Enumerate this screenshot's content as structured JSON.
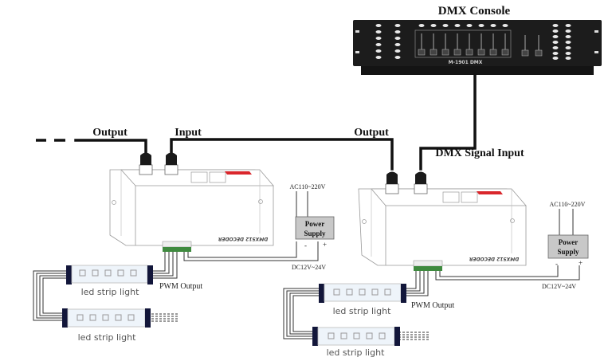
{
  "diagram": {
    "title_console": "DMX Console",
    "console_model_text": "M-1901   DMX",
    "labels": {
      "output_left": "Output",
      "input_left": "Input",
      "output_right": "Output",
      "dmx_signal_input": "DMX Signal Input"
    },
    "decoders": [
      {
        "label": "DMX512 DECODER",
        "pwm_label": "PWM Output"
      },
      {
        "label": "DMX512 DECODER",
        "pwm_label": "PWM Output"
      }
    ],
    "power_supplies": [
      {
        "line1": "Power",
        "line2": "Supply",
        "ac_label": "AC110~220V",
        "dc_label": "DC12V~24V",
        "minus": "-",
        "plus": "+"
      },
      {
        "line1": "Power",
        "line2": "Supply",
        "ac_label": "AC110~220V",
        "dc_label": "DC12V~24V",
        "minus": "-",
        "plus": "+"
      }
    ],
    "led_strips": [
      {
        "label": "led strip light"
      },
      {
        "label": "led strip light"
      },
      {
        "label": "led strip light"
      },
      {
        "label": "led strip light"
      }
    ],
    "colors": {
      "cable": "#111111",
      "console_body": "#1a1a1a",
      "psu_fill": "#c8c8c8",
      "terminal_green": "#3f8a3f",
      "strip_cap": "#12163a",
      "decoder_accent": "#d9262c"
    }
  }
}
